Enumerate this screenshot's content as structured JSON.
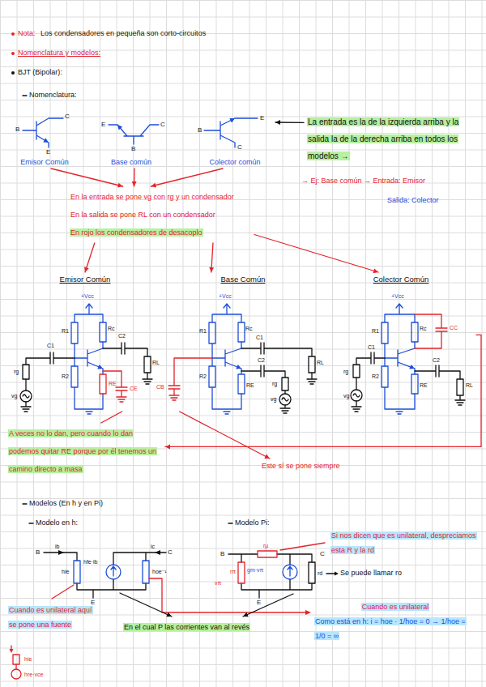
{
  "diagram": {
    "nodes": [
      {
        "text": [
          "Emisor Común"
        ]
      },
      {
        "text": [
          "Base común"
        ]
      },
      {
        "text": [
          "Colector común"
        ]
      },
      {
        "text": [
          "La entrada es la de la izquierda arriba y la salida la de la derecha arriba en todos los modelos →"
        ]
      },
      {
        "text": [
          "En la entrada se pone vg con rg y un condensador",
          "En la salida se pone RL con un condensador",
          "En rojo los condensadores de desacoplo"
        ]
      },
      {
        "text": [
          "Emisor Común"
        ]
      },
      {
        "text": [
          "Base Común"
        ]
      },
      {
        "text": [
          "Colector Común"
        ]
      },
      {
        "text": [
          "A veces no lo dan, pero cuando lo dan podemos quitar RE porque por él tenemos un camino directo a masa"
        ]
      },
      {
        "text": [
          "Este sí se pone siempre"
        ]
      },
      {
        "text": [
          "Si nos dicen que es unilateral, despreciamos esta R y la rd"
        ]
      },
      {
        "text": [
          "Cuando es unilateral aquí se pone una fuente"
        ]
      },
      {
        "text": [
          "En el cual P las corrientes van al revés"
        ]
      },
      {
        "text": [
          "Cuando es unilateral",
          "Como está en h: i = hoe · 1/hoe = 0 → 1/hoe = 1/0 = ∞"
        ]
      }
    ],
    "edges": [
      {
        "from": 0,
        "to": 4,
        "arrow": "to"
      },
      {
        "from": 1,
        "to": 4,
        "arrow": "to"
      },
      {
        "from": 2,
        "to": 4,
        "arrow": "to"
      },
      {
        "from": 3,
        "to": 2,
        "arrow": "to"
      },
      {
        "from": 4,
        "to": 5,
        "arrow": "to"
      },
      {
        "from": 4,
        "to": 6,
        "arrow": "to"
      },
      {
        "from": 4,
        "to": 7,
        "arrow": "to"
      },
      {
        "from": 5,
        "to": 8,
        "arrow": "none"
      },
      {
        "from": 7,
        "to": 8,
        "arrow": "to"
      },
      {
        "from": 6,
        "to": 9,
        "arrow": "to"
      }
    ],
    "labels": [
      "Nota:",
      "Los condensadores en pequeña son corto-circuitos",
      "Nomenclatura y modelos:",
      "BJT (Bipolar):",
      "Nomenclatura:",
      "B",
      "C",
      "E",
      "E",
      "C",
      "B",
      "B",
      "E",
      "C",
      "→ Ej: Base común → Entrada: Emisor",
      "Salida: Colector",
      "+Vcc",
      "R1",
      "R2",
      "Rc",
      "RE",
      "C1",
      "C2",
      "RL",
      "rg",
      "vg",
      "CE",
      "+Vcc",
      "R1",
      "R2",
      "Rc",
      "RE",
      "C1",
      "C2",
      "RL",
      "rg",
      "vg",
      "CB",
      "+Vcc",
      "R1",
      "R2",
      "Rc",
      "RE",
      "C1",
      "C2",
      "RL",
      "rg",
      "vg",
      "CC",
      "Modelos (En h y en Pi)",
      "Modelo en h:",
      "Modelo Pi:",
      "B",
      "ib",
      "hie",
      "hfe·ib",
      "hoe⁻¹",
      "ic",
      "C",
      "E",
      "B",
      "rµ",
      "rπ",
      "vπ",
      "gm·vπ",
      "rd",
      "C",
      "E",
      "Se puede llamar ro",
      "hie",
      "hre·vce"
    ]
  }
}
